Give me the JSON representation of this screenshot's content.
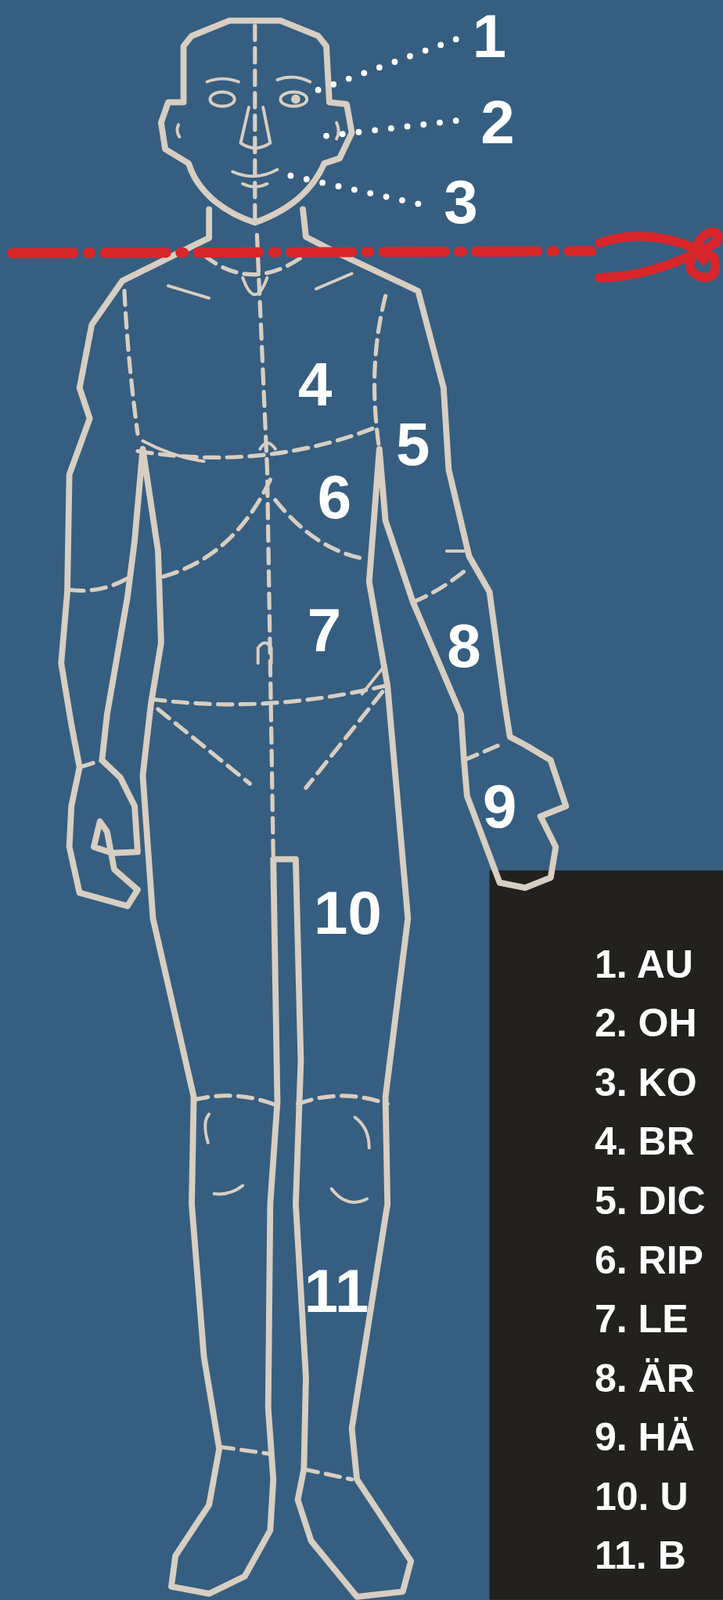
{
  "diagram": {
    "labels": [
      "1",
      "2",
      "3",
      "4",
      "5",
      "6",
      "7",
      "8",
      "9",
      "10",
      "11",
      "1. AU",
      "2. OH",
      "3. KO",
      "4. BR",
      "5. DIC",
      "6. RIP",
      "7. LE",
      "8. ÄR",
      "9. HÄ",
      "10. U",
      "11. B"
    ]
  }
}
